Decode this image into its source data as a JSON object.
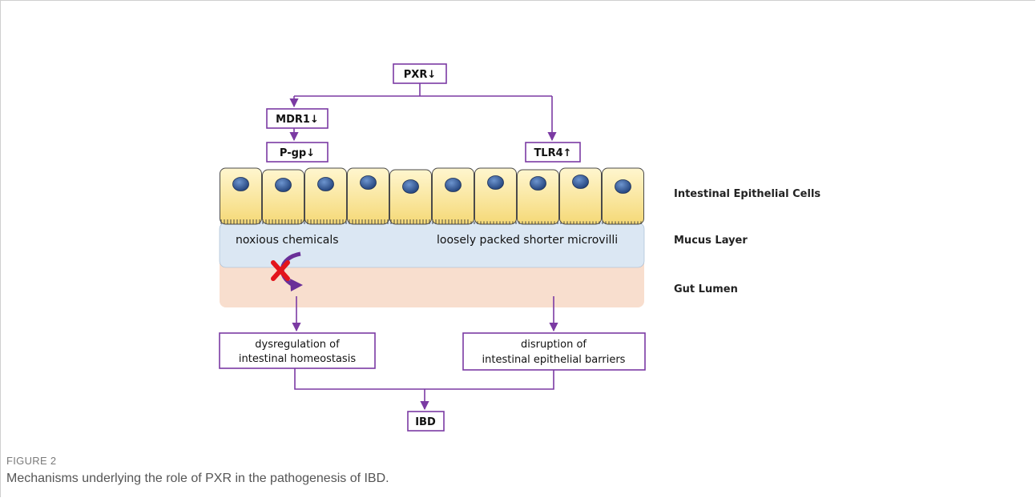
{
  "figure": {
    "label": "FIGURE 2",
    "caption": "Mechanisms underlying the role of PXR in the pathogenesis of IBD."
  },
  "diagram": {
    "colors": {
      "box_border": "#7b3aa3",
      "arrow": "#7b3aa3",
      "cell_fill": "#fbe9a6",
      "nucleus": "#2f5c9a",
      "mucus": "#dbe7f3",
      "lumen": "#f8dece",
      "block_cross": "#e3141b"
    },
    "boxes": {
      "pxr": "PXR↓",
      "mdr1": "MDR1↓",
      "pgp": "P-gp↓",
      "tlr4": "TLR4↑",
      "dysregulation_line1": "dysregulation of",
      "dysregulation_line2": "intestinal homeostasis",
      "disruption_line1": "disruption of",
      "disruption_line2": "intestinal epithelial barriers",
      "ibd": "IBD"
    },
    "layer_text": {
      "noxious": "noxious chemicals",
      "microvilli": "loosely packed shorter microvilli"
    },
    "side_labels": {
      "cells": "Intestinal Epithelial Cells",
      "mucus": "Mucus Layer",
      "lumen": "Gut Lumen"
    }
  }
}
